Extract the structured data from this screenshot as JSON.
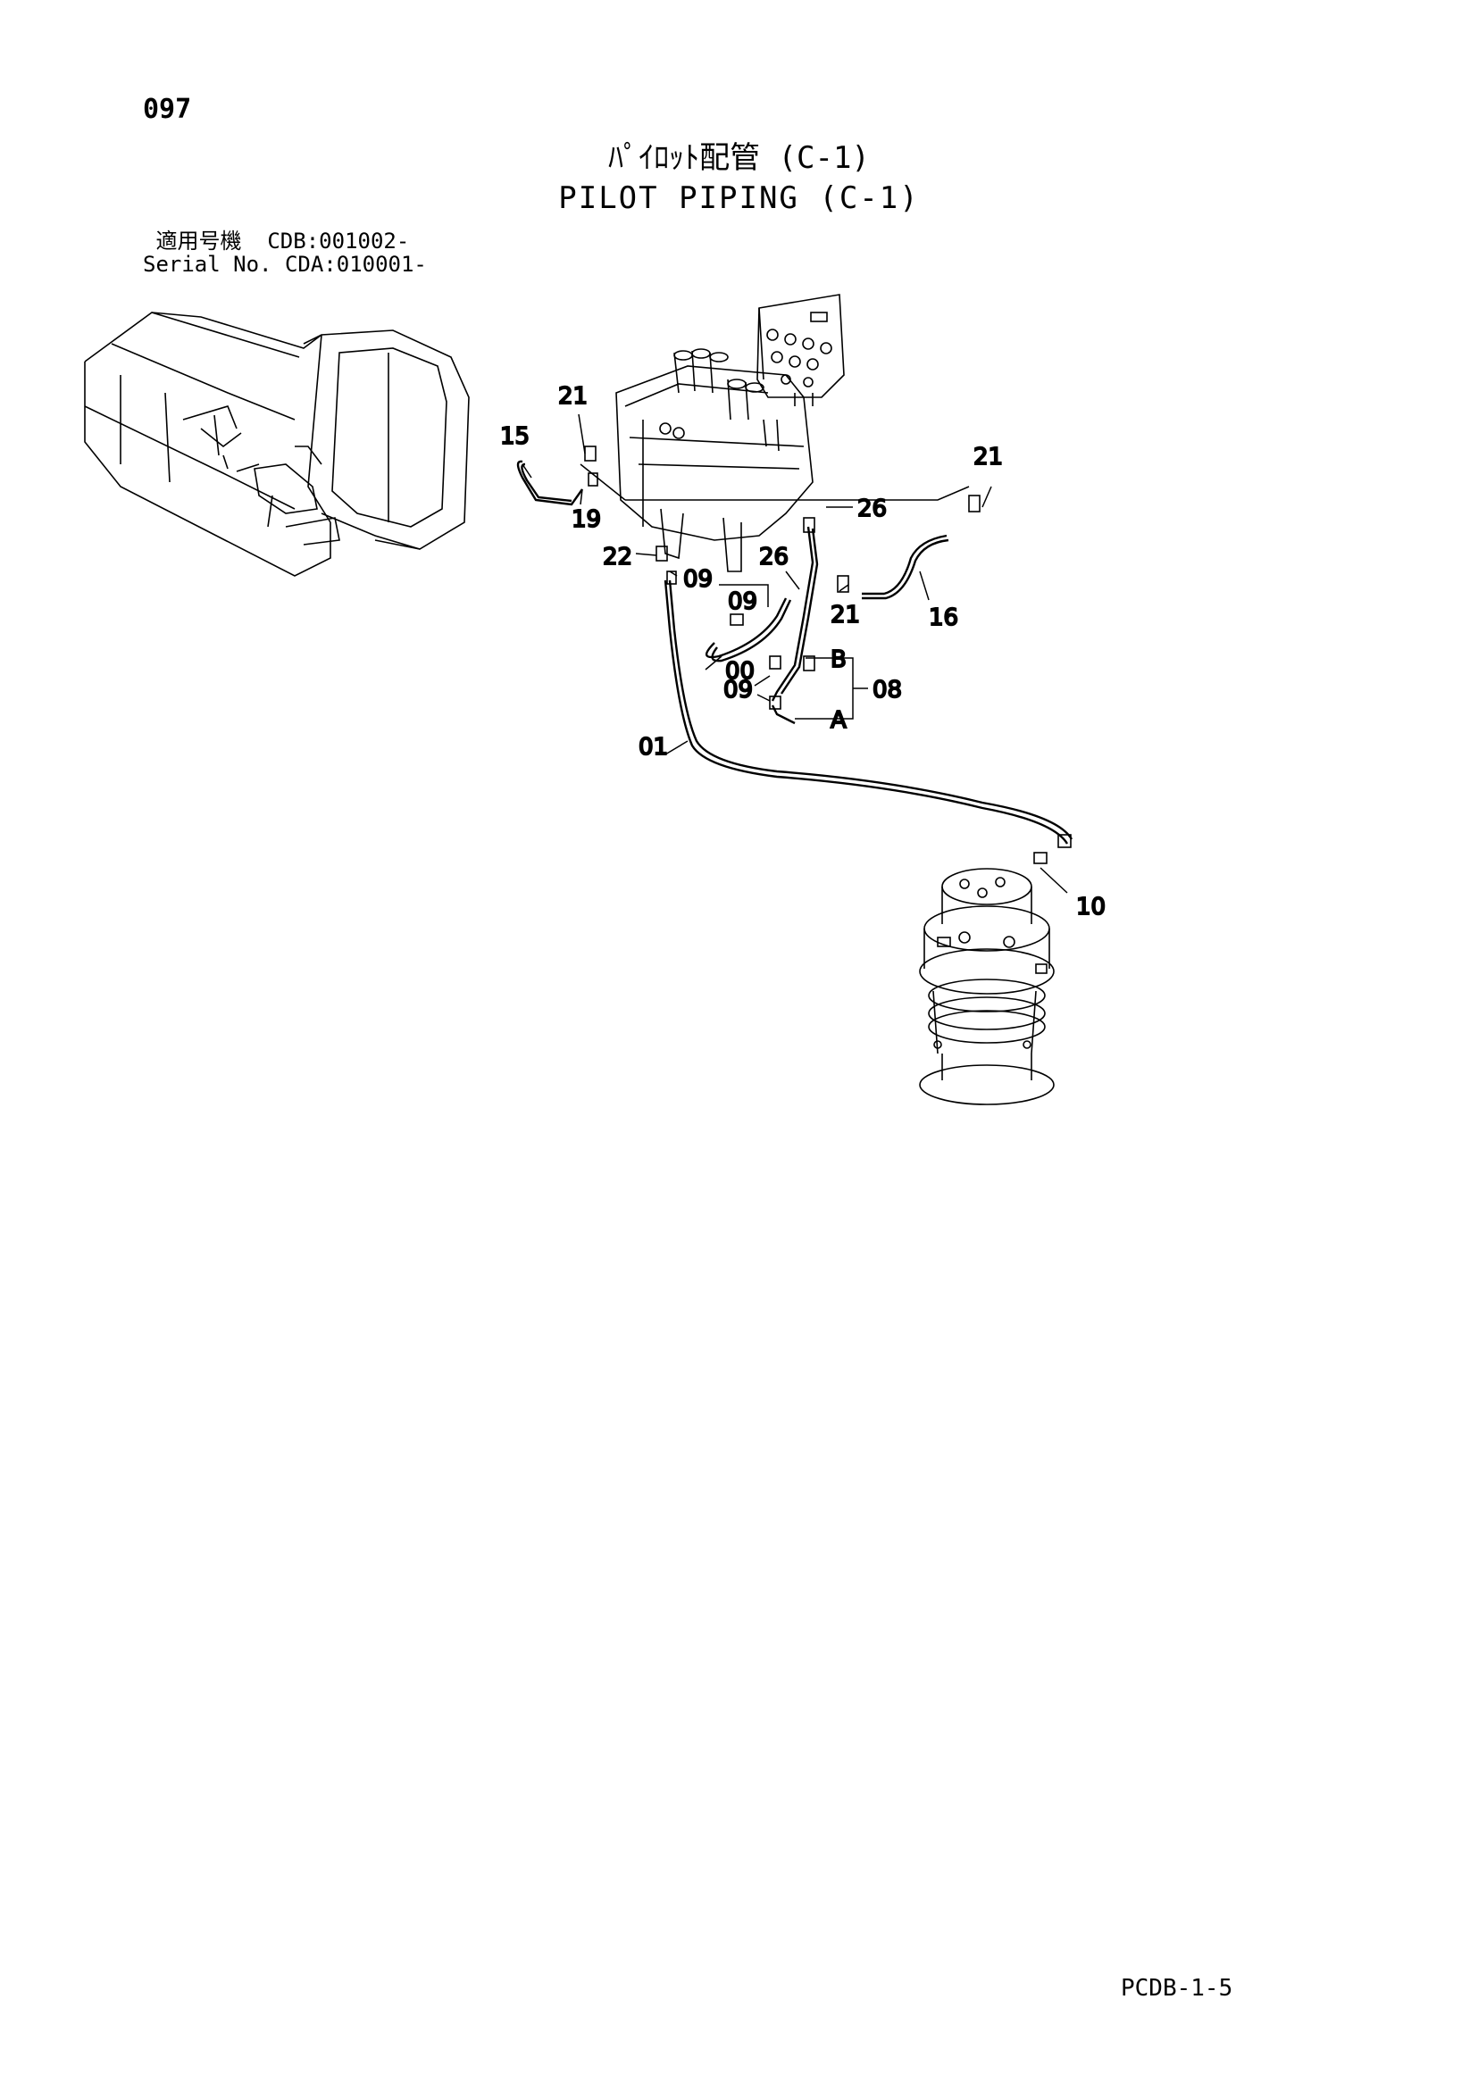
{
  "page_number": "097",
  "title_jp": "ﾊﾟｲﾛｯﾄ配管 (C-1)",
  "title_en": "PILOT PIPING (C-1)",
  "serial": {
    "line1": " 適用号機  CDB:001002-",
    "line2": "Serial No. CDA:010001-"
  },
  "callouts": {
    "c21a": "21",
    "c15": "15",
    "c19": "19",
    "c21b": "21",
    "c26a": "26",
    "c22": "22",
    "c09a": "09",
    "c26b": "26",
    "c21c": "21",
    "c16": "16",
    "c09b": "09",
    "c00": "00",
    "c09c": "09",
    "cB": "B",
    "cA": "A",
    "c08": "08",
    "c01": "01",
    "c10": "10"
  },
  "footer": "PCDB-1-5"
}
